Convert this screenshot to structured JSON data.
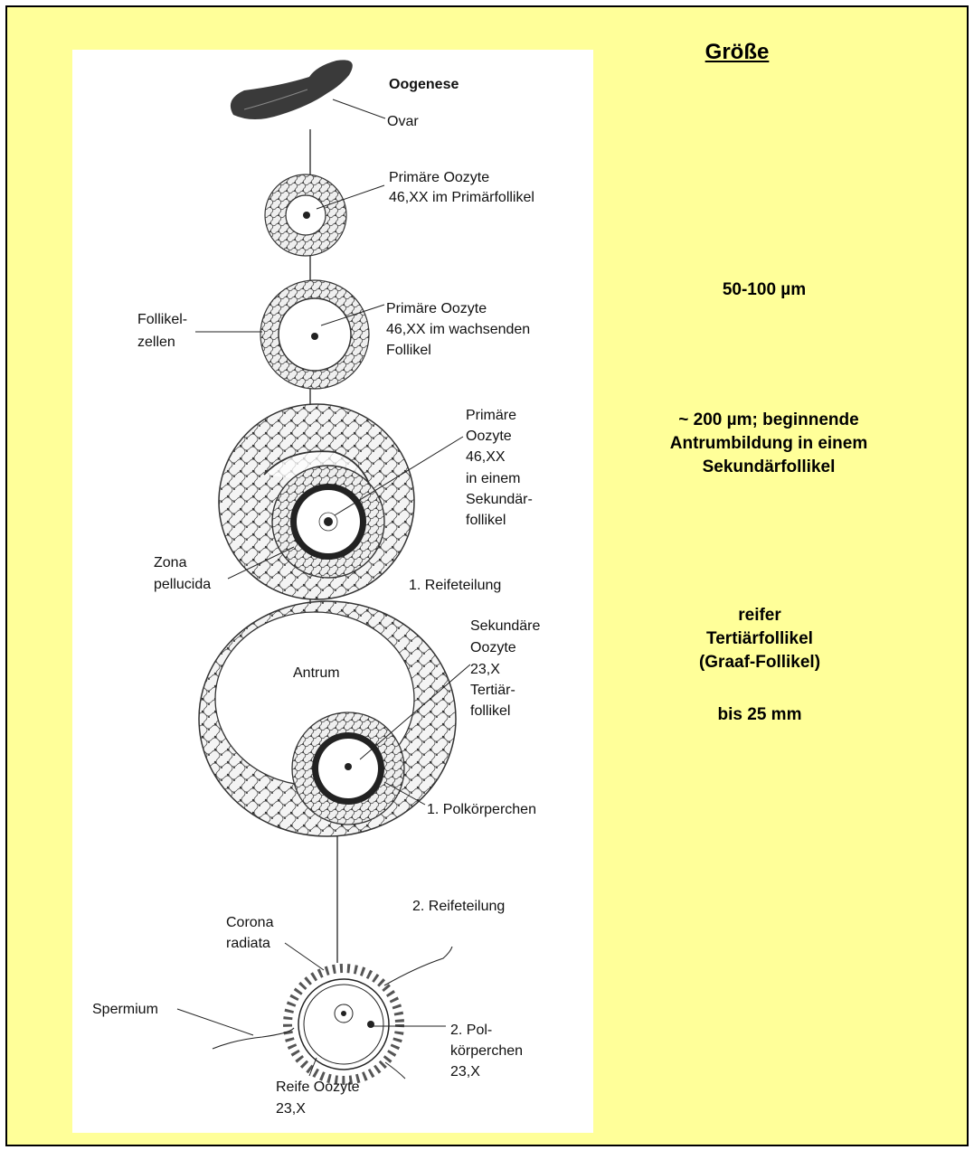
{
  "heading": "Größe",
  "diagram": {
    "title": "Oogenese",
    "ovar": "Ovar",
    "stage1": [
      "Primäre Oozyte",
      "46,XX im Primärfollikel"
    ],
    "stage2_left": [
      "Follikel-",
      "zellen"
    ],
    "stage2": [
      "Primäre Oozyte",
      "46,XX im wachsenden",
      "Follikel"
    ],
    "stage3": [
      "Primäre",
      "Oozyte",
      "46,XX",
      "in einem",
      "Sekundär-",
      "follikel"
    ],
    "zona": [
      "Zona",
      "pellucida"
    ],
    "reife1": "1. Reifeteilung",
    "antrum": "Antrum",
    "stage4": [
      "Sekundäre",
      "Oozyte",
      "23,X",
      "Tertiär-",
      "follikel"
    ],
    "polk1": "1. Polkörperchen",
    "reife2": "2. Reifeteilung",
    "corona": [
      "Corona",
      "radiata"
    ],
    "spermium": "Spermium",
    "polk2": [
      "2. Pol-",
      "körperchen",
      "23,X"
    ],
    "reife_oozyte": [
      "Reife Oozyte",
      "23,X"
    ]
  },
  "sizes": {
    "s1": "50-100 µm",
    "s2": "~ 200  µm; beginnende\nAntrumbildung in einem\nSekundärfollikel",
    "s3": "reifer\nTertiärfollikel\n (Graaf-Follikel)",
    "s4": "bis 25 mm"
  }
}
